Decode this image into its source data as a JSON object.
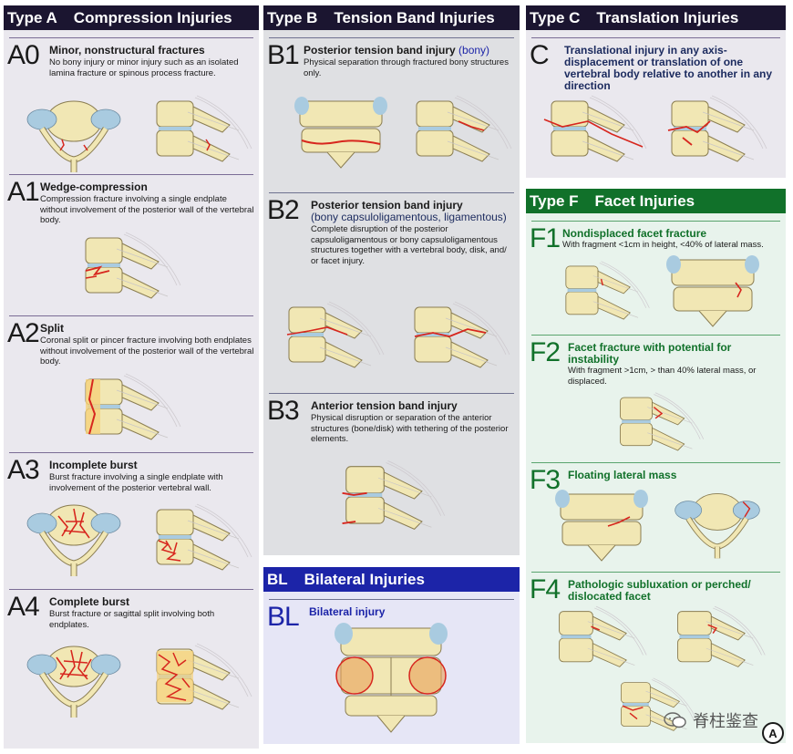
{
  "type_a": {
    "tag": "Type A",
    "title": "Compression Injuries",
    "items": [
      {
        "code": "A0",
        "title": "Minor, nonstructural fractures",
        "desc": "No bony injury or minor injury such as an isolated lamina fracture or spinous process fracture."
      },
      {
        "code": "A1",
        "title": "Wedge-compression",
        "desc": "Compression fracture involving a single endplate without involvement of the posterior wall of the vertebral body."
      },
      {
        "code": "A2",
        "title": "Split",
        "desc": "Coronal split or pincer fracture involving both endplates without involvement of the posterior wall of the vertebral body."
      },
      {
        "code": "A3",
        "title": "Incomplete burst",
        "desc": "Burst fracture involving a single endplate with involvement of the posterior vertebral wall."
      },
      {
        "code": "A4",
        "title": "Complete burst",
        "desc": "Burst fracture or sagittal split involving both endplates."
      }
    ]
  },
  "type_b": {
    "tag": "Type B",
    "title": "Tension Band Injuries",
    "items": [
      {
        "code": "B1",
        "title": "Posterior tension band injury",
        "title_extra": "(bony)",
        "desc": "Physical separation through fractured bony structures only."
      },
      {
        "code": "B2",
        "title": "Posterior tension band injury",
        "subtitle": "(bony capsuloligamentous, ligamentous)",
        "desc": "Complete disruption of the posterior capsuloligamentous or bony capsuloligamentous structures together with a vertebral body, disk, and/ or facet injury."
      },
      {
        "code": "B3",
        "title": "Anterior tension band injury",
        "desc": "Physical disruption or separation of the anterior structures (bone/disk) with tethering of the posterior elements."
      }
    ]
  },
  "type_bl": {
    "tag": "BL",
    "title": "Bilateral Injuries",
    "items": [
      {
        "code": "BL",
        "title": "Bilateral injury"
      }
    ]
  },
  "type_c": {
    "tag": "Type C",
    "title": "Translation Injuries",
    "items": [
      {
        "code": "C",
        "title": "Translational injury in any axis-displacement or translation of one vertebral body relative to another in any direction"
      }
    ]
  },
  "type_f": {
    "tag": "Type F",
    "title": "Facet Injuries",
    "items": [
      {
        "code": "F1",
        "title": "Nondisplaced facet fracture",
        "desc": "With fragment <1cm in height, <40% of lateral mass."
      },
      {
        "code": "F2",
        "title": "Facet fracture with potential for instability",
        "desc": "With fragment >1cm, > than 40% lateral mass, or displaced."
      },
      {
        "code": "F3",
        "title": "Floating lateral mass"
      },
      {
        "code": "F4",
        "title": "Pathologic subluxation or perched/ dislocated facet"
      }
    ]
  },
  "watermark": "脊柱鉴查",
  "panel_label": "A",
  "colors": {
    "header_dark": "#1b1530",
    "header_blue": "#1c24a8",
    "header_green": "#11712a",
    "bone": "#f1e7b4",
    "fracture": "#d7261e",
    "disc": "#a9cbe0"
  }
}
